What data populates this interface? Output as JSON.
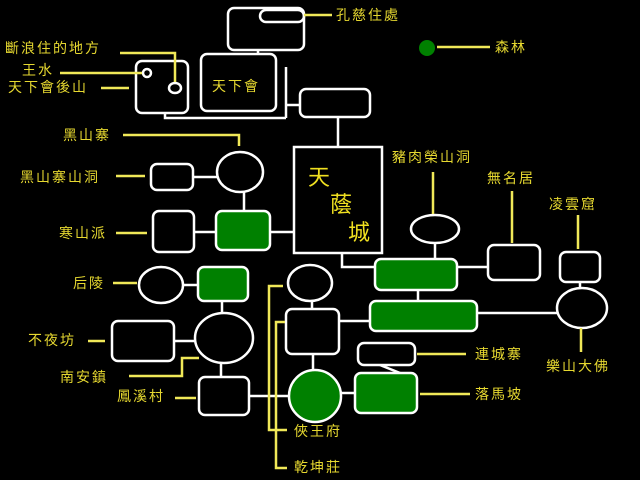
{
  "map": {
    "city": {
      "c1": "天",
      "c2": "蔭",
      "c3": "城"
    },
    "tianxiahui": "天下會",
    "labels": {
      "kongci": "孔慈住處",
      "senlin": "森林",
      "duanlang": "斷浪住的地方",
      "wangshui": "王水",
      "houshan": "天下會後山",
      "heishanzhai": "黑山寨",
      "heishanzhai_cave": "黑山寨山洞",
      "hanshanpai": "寒山派",
      "houling": "后陵",
      "buyefang": "不夜坊",
      "nananzhen": "南安鎮",
      "fengxicun": "鳳溪村",
      "xiawangfu": "俠王府",
      "qiankunzhuang": "乾坤莊",
      "zhurourong": "豬肉榮山洞",
      "wumingju": "無名居",
      "lingyunku": "凌雲窟",
      "leshandafo": "樂山大佛",
      "lianchengzhai": "連城寨",
      "luomapo": "落馬坡"
    },
    "colors": {
      "visited": "#008000",
      "label": "#e6d830",
      "connector": "#f0e858",
      "node": "#ffffff"
    }
  }
}
